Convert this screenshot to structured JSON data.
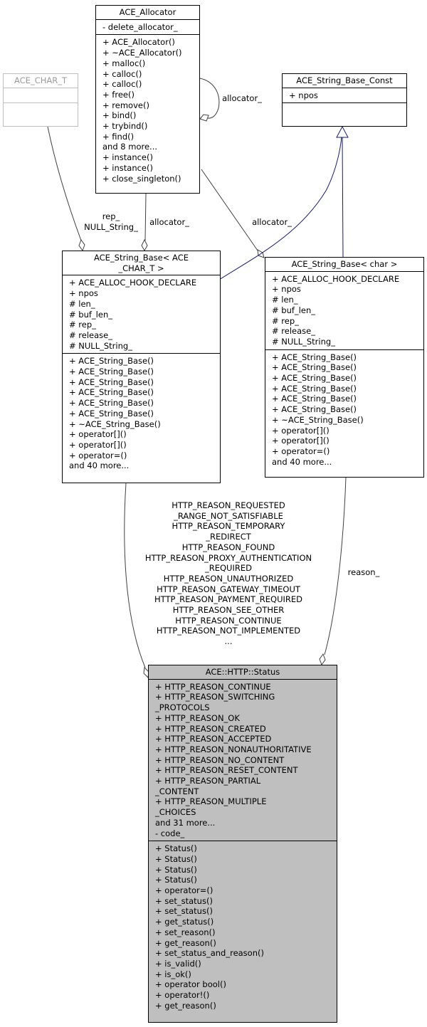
{
  "classes": {
    "allocator": {
      "title": [
        "ACE_Allocator"
      ],
      "attributes": [
        "- delete_allocator_"
      ],
      "methods": [
        "+ ACE_Allocator()",
        "+ ~ACE_Allocator()",
        "+ malloc()",
        "+ calloc()",
        "+ calloc()",
        "+ free()",
        "+ remove()",
        "+ bind()",
        "+ trybind()",
        "+ find()",
        "and 8 more...",
        "+ instance()",
        "+ instance()",
        "+ close_singleton()"
      ]
    },
    "char_t": {
      "title": [
        "ACE_CHAR_T"
      ],
      "attributes": [
        ""
      ],
      "methods": [
        ""
      ]
    },
    "string_base_const": {
      "title": [
        "ACE_String_Base_Const"
      ],
      "attributes": [
        "+ npos"
      ],
      "methods": [
        ""
      ]
    },
    "string_base_template": {
      "title": [
        "ACE_String_Base< ACE",
        "_CHAR_T >"
      ],
      "attributes": [
        "+ ACE_ALLOC_HOOK_DECLARE",
        "+ npos",
        "# len_",
        "# buf_len_",
        "# rep_",
        "# release_",
        "# NULL_String_"
      ],
      "methods": [
        "+ ACE_String_Base()",
        "+ ACE_String_Base()",
        "+ ACE_String_Base()",
        "+ ACE_String_Base()",
        "+ ACE_String_Base()",
        "+ ACE_String_Base()",
        "+ ~ACE_String_Base()",
        "+ operator[]()",
        "+ operator[]()",
        "+ operator=()",
        "and 40 more..."
      ]
    },
    "string_base_char": {
      "title": [
        "ACE_String_Base< char >"
      ],
      "attributes": [
        "+ ACE_ALLOC_HOOK_DECLARE",
        "+ npos",
        "# len_",
        "# buf_len_",
        "# rep_",
        "# release_",
        "# NULL_String_"
      ],
      "methods": [
        "+ ACE_String_Base()",
        "+ ACE_String_Base()",
        "+ ACE_String_Base()",
        "+ ACE_String_Base()",
        "+ ACE_String_Base()",
        "+ ACE_String_Base()",
        "+ ~ACE_String_Base()",
        "+ operator[]()",
        "+ operator[]()",
        "+ operator=()",
        "and 40 more..."
      ]
    },
    "http_status": {
      "title": [
        "ACE::HTTP::Status"
      ],
      "attributes": [
        "+ HTTP_REASON_CONTINUE",
        "+ HTTP_REASON_SWITCHING",
        "_PROTOCOLS",
        "+ HTTP_REASON_OK",
        "+ HTTP_REASON_CREATED",
        "+ HTTP_REASON_ACCEPTED",
        "+ HTTP_REASON_NONAUTHORITATIVE",
        "+ HTTP_REASON_NO_CONTENT",
        "+ HTTP_REASON_RESET_CONTENT",
        "+ HTTP_REASON_PARTIAL",
        "_CONTENT",
        "+ HTTP_REASON_MULTIPLE",
        "_CHOICES",
        "and 31 more...",
        "- code_"
      ],
      "methods": [
        "+ Status()",
        "+ Status()",
        "+ Status()",
        "+ Status()",
        "+ operator=()",
        "+ set_status()",
        "+ set_status()",
        "+ get_status()",
        "+ set_reason()",
        "+ get_reason()",
        "+ set_status_and_reason()",
        "+ is_valid()",
        "+ is_ok()",
        "+ operator bool()",
        "+ operator!()",
        "+ get_reason()"
      ]
    }
  },
  "edge_labels": {
    "allocator_self": [
      "allocator_"
    ],
    "allocator_to_template": [
      "allocator_"
    ],
    "allocator_to_char": [
      "allocator_"
    ],
    "char_t_to_template": [
      "rep_",
      "NULL_String_"
    ],
    "template_to_status": [
      "HTTP_REASON_REQUESTED",
      "_RANGE_NOT_SATISFIABLE",
      "HTTP_REASON_TEMPORARY",
      "_REDIRECT",
      "HTTP_REASON_FOUND",
      "HTTP_REASON_PROXY_AUTHENTICATION",
      "_REQUIRED",
      "HTTP_REASON_UNAUTHORIZED",
      "HTTP_REASON_GATEWAY_TIMEOUT",
      "HTTP_REASON_PAYMENT_REQUIRED",
      "HTTP_REASON_SEE_OTHER",
      "HTTP_REASON_CONTINUE",
      "HTTP_REASON_NOT_IMPLEMENTED",
      "..."
    ],
    "char_to_status": [
      "reason_"
    ]
  }
}
